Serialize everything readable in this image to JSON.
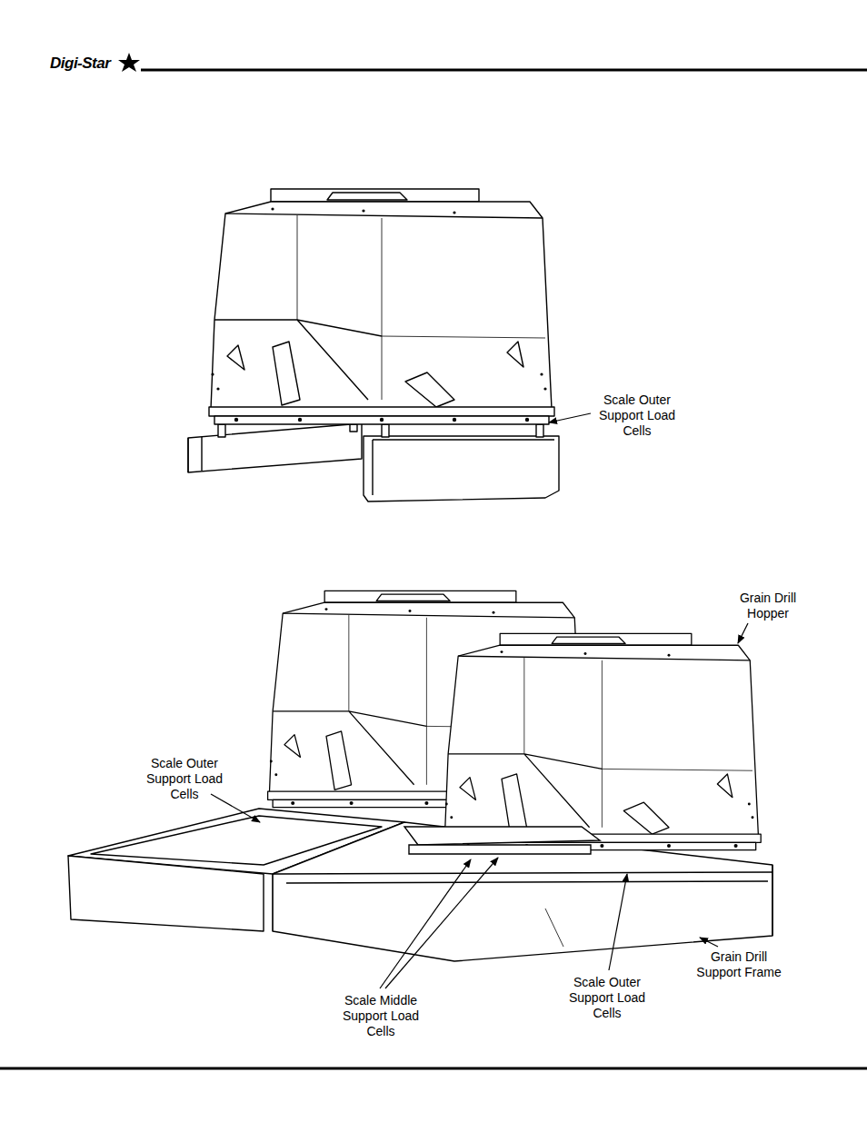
{
  "diagram": {
    "labels": [
      "Digi-Star",
      "Scale Outer Support Load Cells",
      "Grain Drill Hopper",
      "Scale Outer Support Load Cells",
      "Scale Middle Support Load Cells",
      "Scale Outer Support Load Cells",
      "Grain Drill Support Frame"
    ]
  }
}
